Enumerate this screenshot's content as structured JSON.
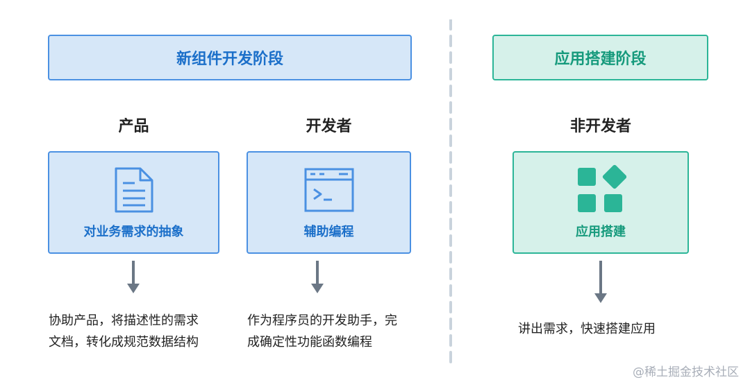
{
  "phases": {
    "left": {
      "title": "新组件开发阶段"
    },
    "right": {
      "title": "应用搭建阶段"
    }
  },
  "columns": {
    "product": {
      "role": "产品",
      "card_label": "对业务需求的抽象",
      "icon": "document-icon",
      "desc_line1": "协助产品，将描述性的需求",
      "desc_line2": "文档，转化成规范数据结构"
    },
    "developer": {
      "role": "开发者",
      "card_label": "辅助编程",
      "icon": "terminal-icon",
      "desc_line1": "作为程序员的开发助手，完",
      "desc_line2": "成确定性功能函数编程"
    },
    "nondeveloper": {
      "role": "非开发者",
      "card_label": "应用搭建",
      "icon": "blocks-icon",
      "desc_line1": "讲出需求，快速搭建应用"
    }
  },
  "watermark": "@稀土掘金技术社区",
  "colors": {
    "blue_border": "#4a90e2",
    "blue_fill": "#d6e7f8",
    "blue_text": "#1b6fc9",
    "green_border": "#2bb597",
    "green_fill": "#d6f1ea",
    "green_text": "#169a7c",
    "arrow": "#6b7785",
    "divider": "#c9d3dc"
  }
}
